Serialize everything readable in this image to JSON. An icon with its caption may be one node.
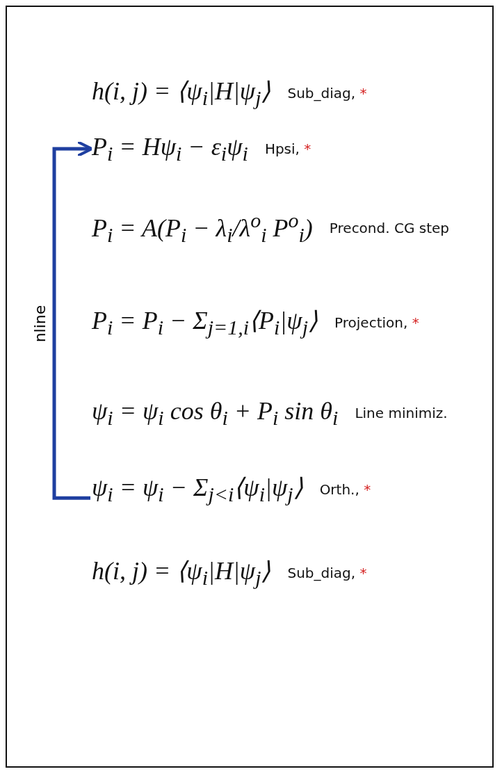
{
  "diagram": {
    "nodes": [
      {
        "text": [
          "h(i, j) = ⟨ψ$_{i}$|H|ψ$_{j}$⟩"
        ],
        "beside": [
          "Sub_diag, *"
        ]
      },
      {
        "text": [
          "P$_{i}$ = Hψ$_{i}$ − ε$_{i}$ψ$_{i}$"
        ],
        "beside": [
          "Hpsi, *"
        ]
      },
      {
        "text": [
          "P$_{i}$ = A(P$_{i}$ − λ$_{i}$/λ$^{o}$$_{i}$ P$^{o}$$_{i}$)"
        ],
        "beside": [
          "Precond. CG step"
        ]
      },
      {
        "text": [
          "P$_{i}$ = P$_{i}$ − Σ$_{j=1,i}$⟨P$_{i}$|ψ$_{j}$⟩"
        ],
        "beside": [
          "Projection, *"
        ]
      },
      {
        "text": [
          "ψ$_{i}$ = ψ$_{i}$ cos θ$_{i}$ + P$_{i}$ sin θ$_{i}$"
        ],
        "beside": [
          "Line minimiz."
        ]
      },
      {
        "text": [
          "ψ$_{i}$ = ψ$_{i}$ − Σ$_{j<i}$⟨ψ$_{i}$|ψ$_{j}$⟩"
        ],
        "beside": [
          "Orth., *"
        ]
      },
      {
        "text": [
          "h(i, j) = ⟨ψ$_{i}$|H|ψ$_{j}$⟩"
        ],
        "beside": [
          "Sub_diag, *"
        ]
      }
    ],
    "edges": [
      {
        "from": 5,
        "to": 1,
        "arrow": "to",
        "label": "nline",
        "color": "#1f3fa0"
      }
    ]
  }
}
